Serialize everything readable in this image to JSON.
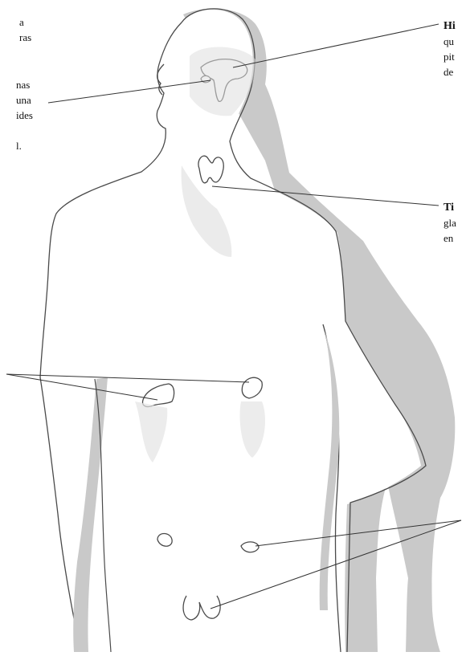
{
  "labels": {
    "left_top": "a\nras",
    "left_mid": "nas\nuna\nides\n\nl.",
    "hipo_title": "Hi",
    "hipo_text": "qu\npit\nde",
    "tiro_title": "Ti",
    "tiro_text": "gla\nen"
  },
  "colors": {
    "outline": "#4a4a4a",
    "shadow": "#c9c9c9",
    "leader": "#333333"
  }
}
